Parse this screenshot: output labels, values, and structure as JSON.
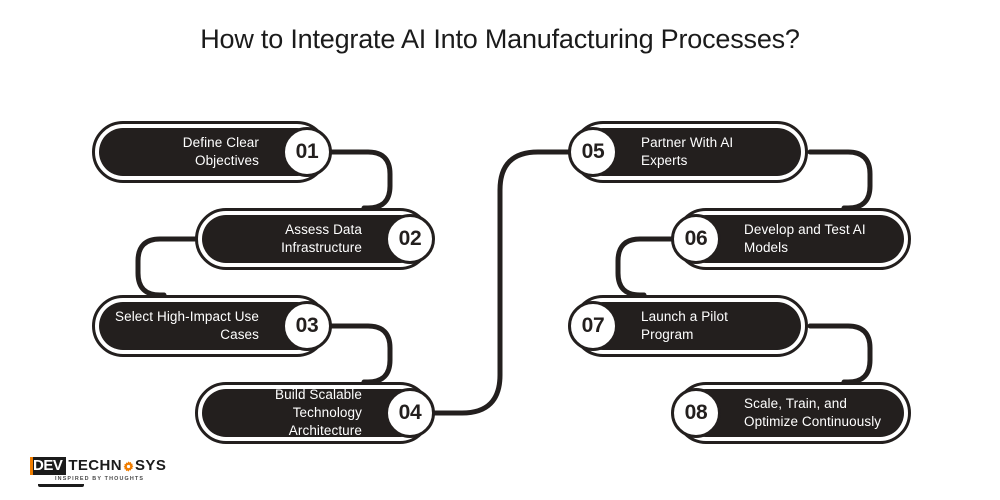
{
  "title": "How to Integrate AI Into Manufacturing Processes?",
  "colors": {
    "card_fill": "#231f1e",
    "card_outline": "#231f1e",
    "background": "#ffffff",
    "badge_fill": "#ffffff",
    "text_on_card": "#ffffff",
    "title_text": "#1b1b1b",
    "logo_accent": "#f07d00"
  },
  "steps": [
    {
      "number": "01",
      "label": "Define Clear\nObjectives",
      "side": "left"
    },
    {
      "number": "02",
      "label": "Assess Data\nInfrastructure",
      "side": "left"
    },
    {
      "number": "03",
      "label": "Select High-Impact Use\nCases",
      "side": "left"
    },
    {
      "number": "04",
      "label": "Build Scalable\nTechnology Architecture",
      "side": "left"
    },
    {
      "number": "05",
      "label": "Partner With AI\nExperts",
      "side": "right"
    },
    {
      "number": "06",
      "label": "Develop and Test AI\nModels",
      "side": "right"
    },
    {
      "number": "07",
      "label": "Launch a Pilot\nProgram",
      "side": "right"
    },
    {
      "number": "08",
      "label": "Scale, Train, and\nOptimize Continuously",
      "side": "right"
    }
  ],
  "logo": {
    "mark": "DEV",
    "word_before_gear": "TECHN",
    "word_after_gear": "SYS",
    "gear_icon": "gear-icon",
    "tagline": "INSPIRED BY THOUGHTS"
  }
}
